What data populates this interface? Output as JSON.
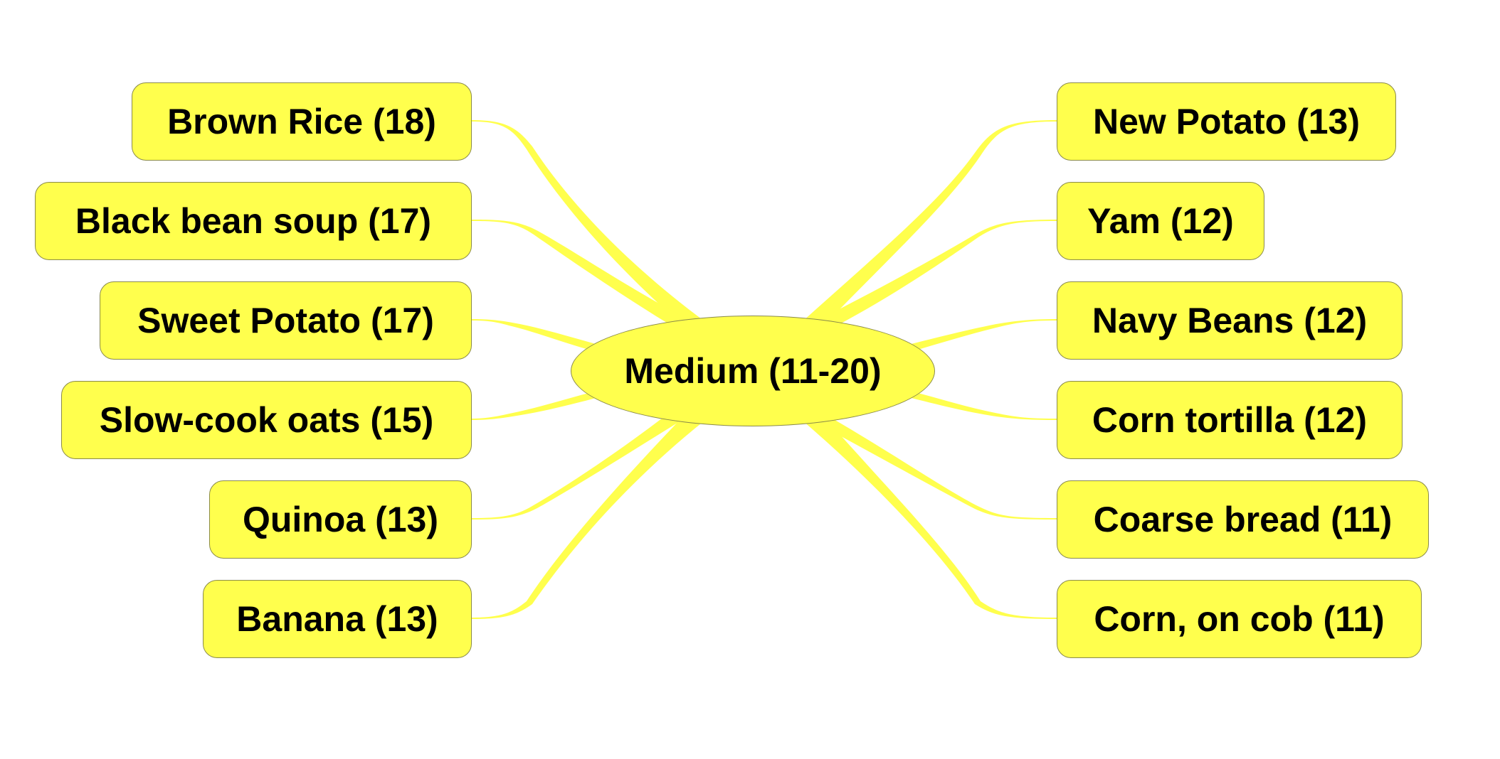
{
  "center": {
    "label": "Medium (11-20)"
  },
  "left_nodes": [
    {
      "label": "Brown Rice (18)"
    },
    {
      "label": "Black bean soup (17)"
    },
    {
      "label": "Sweet Potato (17)"
    },
    {
      "label": "Slow-cook oats (15)"
    },
    {
      "label": "Quinoa (13)"
    },
    {
      "label": "Banana (13)"
    }
  ],
  "right_nodes": [
    {
      "label": "New Potato (13)"
    },
    {
      "label": "Yam (12)"
    },
    {
      "label": "Navy Beans (12)"
    },
    {
      "label": "Corn tortilla (12)"
    },
    {
      "label": "Coarse bread (11)"
    },
    {
      "label": "Corn, on cob (11)"
    }
  ],
  "colors": {
    "node_fill": "#ffff4d",
    "node_border": "#8a8a4a",
    "link": "#ffff4d",
    "background": "#ffffff"
  }
}
